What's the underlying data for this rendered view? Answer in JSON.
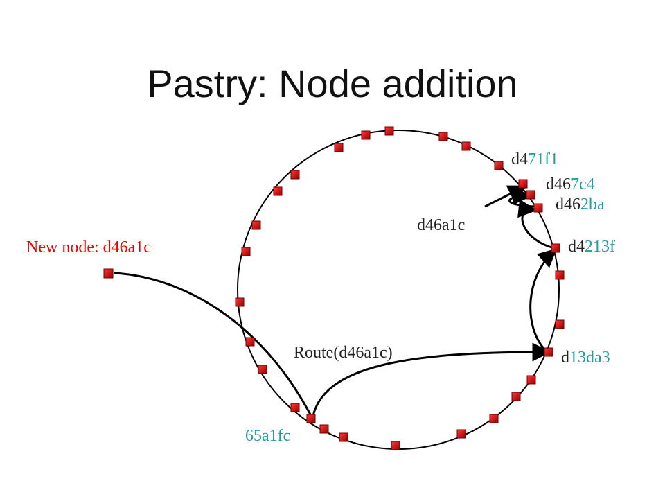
{
  "title": "Pastry: Node addition",
  "colors": {
    "background": "#ffffff",
    "ring": "#000000",
    "node_fill": "#cc0000",
    "node_dark": "#6e0000",
    "prefix_text": "#222222",
    "suffix_text": "#2a9a9a",
    "new_node_text": "#ee0000",
    "label_text": "#222222"
  },
  "new_node_label": "New node: d46a1c",
  "route_label": "Route(d46a1c)",
  "key_label": "d46a1c",
  "node_labels": [
    {
      "id": "d471f1",
      "prefix": "d4",
      "suffix": "71f1"
    },
    {
      "id": "d467c4",
      "prefix": "d46",
      "suffix": "7c4"
    },
    {
      "id": "d462ba",
      "prefix": "d46",
      "suffix": "2ba"
    },
    {
      "id": "d4213f",
      "prefix": "d4",
      "suffix": "213f"
    },
    {
      "id": "d13da3",
      "prefix": "d",
      "suffix": "13da3"
    },
    {
      "id": "65a1fc",
      "prefix": "",
      "suffix": "65a1fc"
    }
  ]
}
